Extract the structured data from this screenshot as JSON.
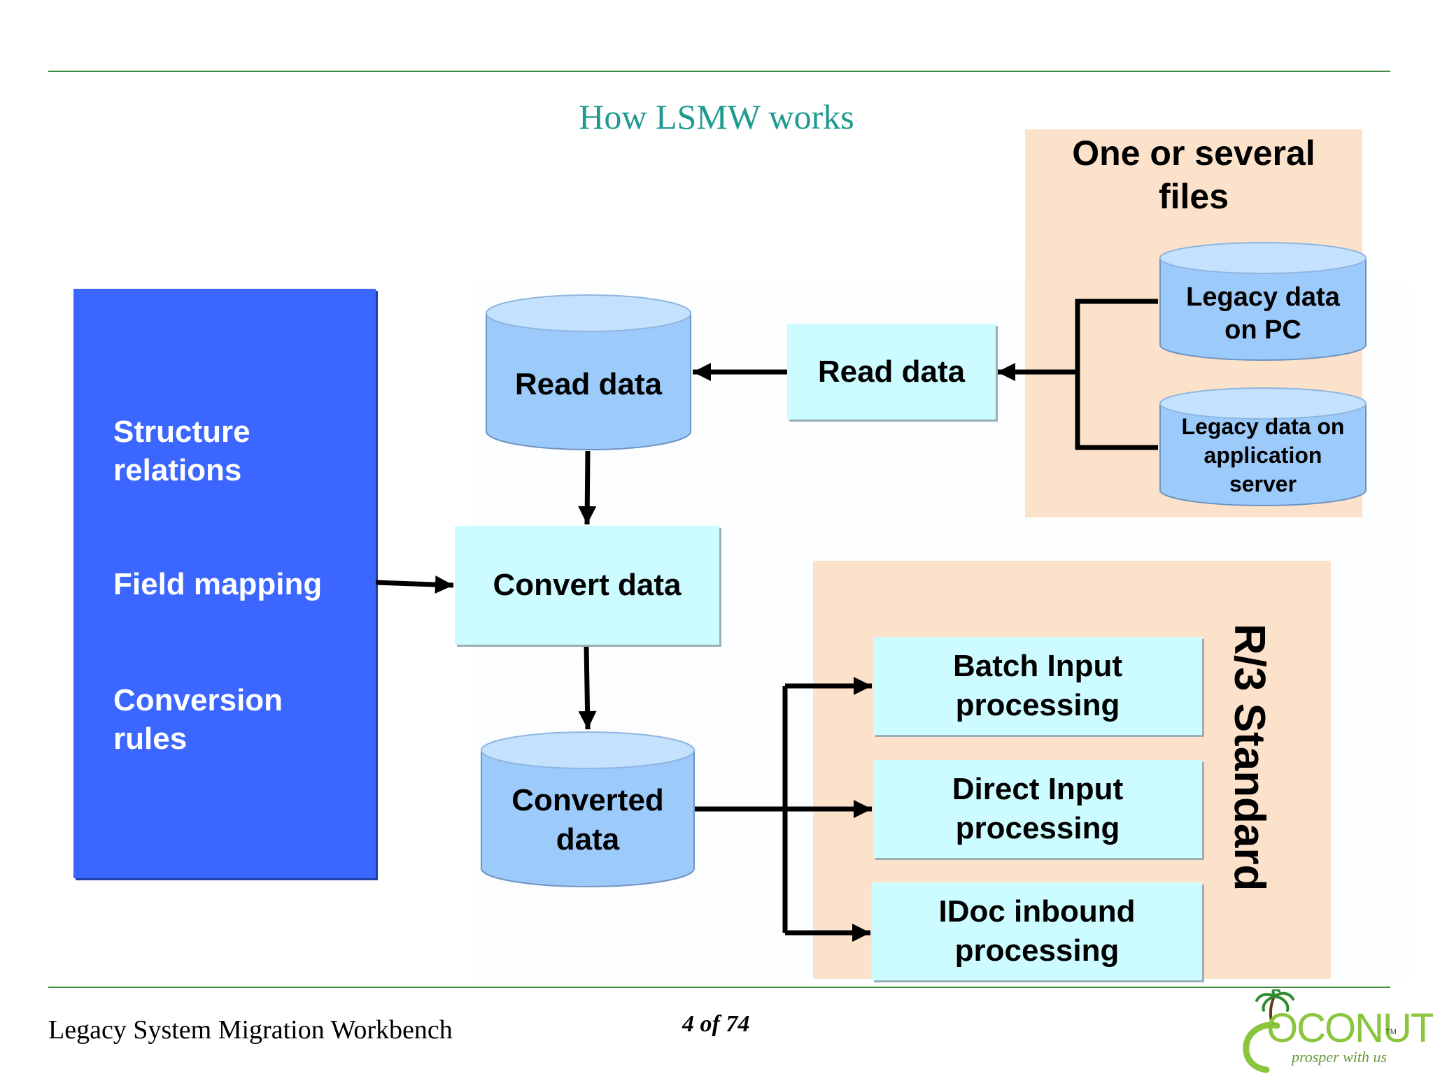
{
  "title": "How LSMW works",
  "rules_panel": {
    "items": [
      "Structure\nrelations",
      "Field mapping",
      "Conversion\nrules"
    ]
  },
  "files_group": {
    "heading": "One or several\nfiles",
    "sources": [
      "Legacy data\non PC",
      "Legacy data on\napplication\nserver"
    ]
  },
  "steps": {
    "read_process": "Read data",
    "read_store": "Read data",
    "convert": "Convert data",
    "converted_store": "Converted\ndata"
  },
  "r3_group": {
    "label": "R/3 Standard",
    "methods": [
      "Batch Input\nprocessing",
      "Direct Input\nprocessing",
      "IDoc inbound\nprocessing"
    ]
  },
  "footer": {
    "left": "Legacy System Migration Workbench",
    "page": "4 of 74",
    "logo_text": "OCONUT",
    "logo_tagline": "prosper with us",
    "logo_tm": "TM"
  },
  "colors": {
    "title": "#1f9a8f",
    "rule": "#3f8a3f",
    "blue_panel": "#3b66ff",
    "process_box": "#ccfcff",
    "cylinder": "#9ccbfb",
    "cylinder_top": "#c4e2fe",
    "group_bg": "#fde2cb",
    "logo": "#8bc53f"
  }
}
